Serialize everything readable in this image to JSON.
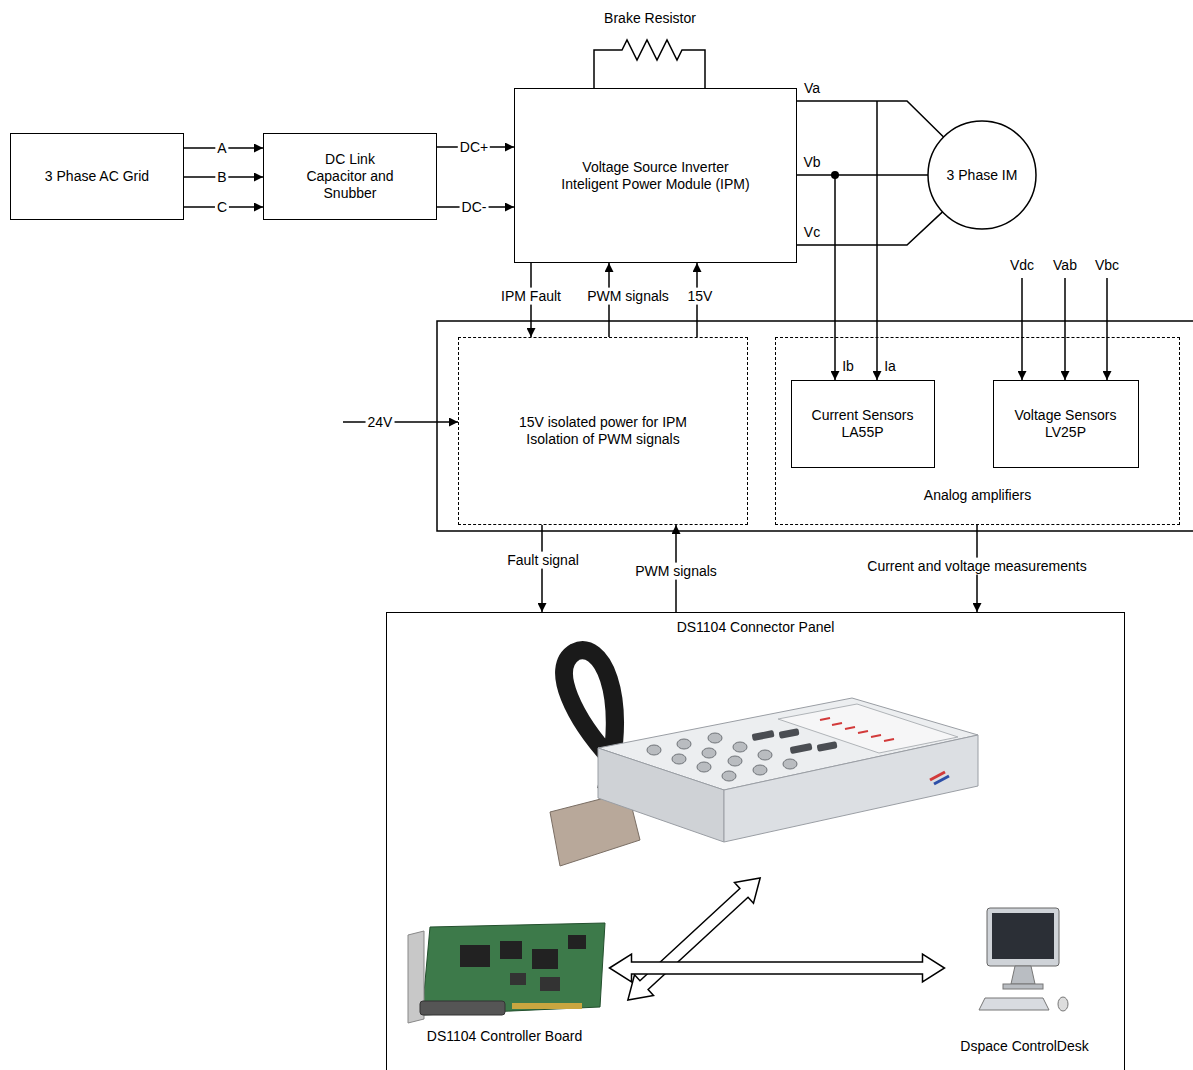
{
  "diagram": {
    "nodes": [
      {
        "text": [
          "3 Phase AC Grid"
        ]
      },
      {
        "text": [
          "DC Link Capacitor and Snubber"
        ]
      },
      {
        "text": [
          "Voltage Source Inverter Inteligent Power Module (IPM)"
        ]
      },
      {
        "text": [
          "3 Phase IM"
        ]
      },
      {
        "text": [
          "15V isolated power for IPM Isolation of PWM signals"
        ]
      },
      {
        "text": [
          "Analog amplifiers"
        ]
      },
      {
        "text": [
          "Current Sensors LA55P"
        ],
        "in": 5
      },
      {
        "text": [
          "Voltage Sensors LV25P"
        ],
        "in": 5
      },
      {
        "text": [
          "DS1104 Connector Panel"
        ]
      },
      {
        "text": [
          "DS1104 Controller Board"
        ],
        "in": 8
      },
      {
        "text": [
          "Dspace ControlDesk"
        ],
        "in": 8
      }
    ],
    "edges": [
      {
        "from": 0,
        "to": 1,
        "arrow": "to",
        "label": "A"
      },
      {
        "from": 0,
        "to": 1,
        "arrow": "to",
        "label": "B"
      },
      {
        "from": 0,
        "to": 1,
        "arrow": "to",
        "label": "C"
      },
      {
        "from": 1,
        "to": 2,
        "arrow": "to",
        "label": "DC+"
      },
      {
        "from": 1,
        "to": 2,
        "arrow": "to",
        "label": "DC-"
      },
      {
        "from": 2,
        "to": 3,
        "arrow": "none",
        "label": "Va"
      },
      {
        "from": 2,
        "to": 3,
        "arrow": "none",
        "label": "Vb"
      },
      {
        "from": 2,
        "to": 3,
        "arrow": "none",
        "label": "Vc"
      },
      {
        "from": 2,
        "to": 4,
        "arrow": "to",
        "label": "IPM Fault"
      },
      {
        "from": 4,
        "to": 2,
        "arrow": "to",
        "label": "PWM signals"
      },
      {
        "from": 4,
        "to": 2,
        "arrow": "to",
        "label": "15V"
      },
      {
        "from": 4,
        "to": 8,
        "arrow": "to",
        "label": "Fault signal"
      },
      {
        "from": 8,
        "to": 4,
        "arrow": "to",
        "label": "PWM signals"
      },
      {
        "from": 5,
        "to": 8,
        "arrow": "to",
        "label": "Current and voltage measurements"
      },
      {
        "from": 9,
        "to": 10,
        "arrow": "both"
      }
    ],
    "labels": [
      "Brake Resistor",
      "Vdc",
      "Vab",
      "Vbc",
      "24V",
      "Ib",
      "Ia"
    ]
  }
}
